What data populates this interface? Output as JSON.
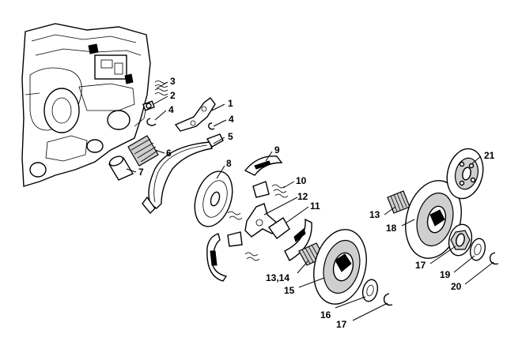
{
  "callouts": [
    {
      "id": "p1",
      "text": "1"
    },
    {
      "id": "p2",
      "text": "2"
    },
    {
      "id": "p3",
      "text": "3"
    },
    {
      "id": "p4a",
      "text": "4"
    },
    {
      "id": "p4b",
      "text": "4"
    },
    {
      "id": "p5",
      "text": "5"
    },
    {
      "id": "p6",
      "text": "6"
    },
    {
      "id": "p7",
      "text": "7"
    },
    {
      "id": "p8",
      "text": "8"
    },
    {
      "id": "p9",
      "text": "9"
    },
    {
      "id": "p10",
      "text": "10"
    },
    {
      "id": "p11",
      "text": "11"
    },
    {
      "id": "p12",
      "text": "12"
    },
    {
      "id": "p13a",
      "text": "13"
    },
    {
      "id": "p13b",
      "text": "13,14"
    },
    {
      "id": "p15",
      "text": "15"
    },
    {
      "id": "p16",
      "text": "16"
    },
    {
      "id": "p17a",
      "text": "17"
    },
    {
      "id": "p17b",
      "text": "17"
    },
    {
      "id": "p18",
      "text": "18"
    },
    {
      "id": "p19",
      "text": "19"
    },
    {
      "id": "p20",
      "text": "20"
    },
    {
      "id": "p21",
      "text": "21"
    }
  ]
}
